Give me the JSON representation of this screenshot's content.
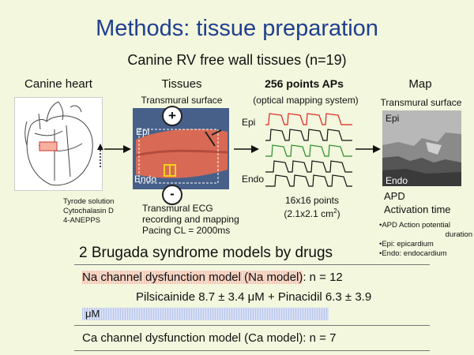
{
  "title": "Methods: tissue preparation",
  "subtitle": "Canine RV free wall tissues (n=19)",
  "heart": {
    "heading": "Canine heart",
    "solution": [
      "Tyrode solution",
      "Cytochalasin D",
      "4-ANEPPS"
    ]
  },
  "tissues": {
    "heading": "Tissues",
    "sublabel": "Transmural surface",
    "plus": "+",
    "minus": "-",
    "epi": "Epi",
    "endo": "Endo",
    "notes": [
      "Transmural ECG",
      "recording and mapping",
      "Pacing CL = 2000ms"
    ]
  },
  "aps": {
    "heading": "256 points APs",
    "sublabel": "(optical mapping system)",
    "epi": "Epi",
    "endo": "Endo",
    "points": "16x16 points",
    "area_main": "(2.1x2.1 cm",
    "area_sup": "2",
    "area_close": ")"
  },
  "map": {
    "heading": "Map",
    "sublabel": "Transmural surface",
    "epi": "Epi",
    "endo": "Endo",
    "labels": [
      "APD",
      "Activation time"
    ],
    "footnotes": [
      "•APD Action potential",
      "duration",
      "•Epi: epicardium",
      "•Endo: endocardium"
    ]
  },
  "models": {
    "heading": "2 Brugada syndrome models by drugs",
    "na_highlight": "Na channel dysfunction model (Na model)",
    "na_rest": ": n = 12",
    "na_drugs": "Pilsicainide 8.7 ± 3.4 μM + Pinacidil 6.3 ± 3.9",
    "na_unit": "μM",
    "ca_line": "Ca channel dysfunction model (Ca model): n = 7"
  },
  "colors": {
    "title": "#1f3f8f",
    "background": "#f3f7dd",
    "ap_red": "#e02020"
  }
}
